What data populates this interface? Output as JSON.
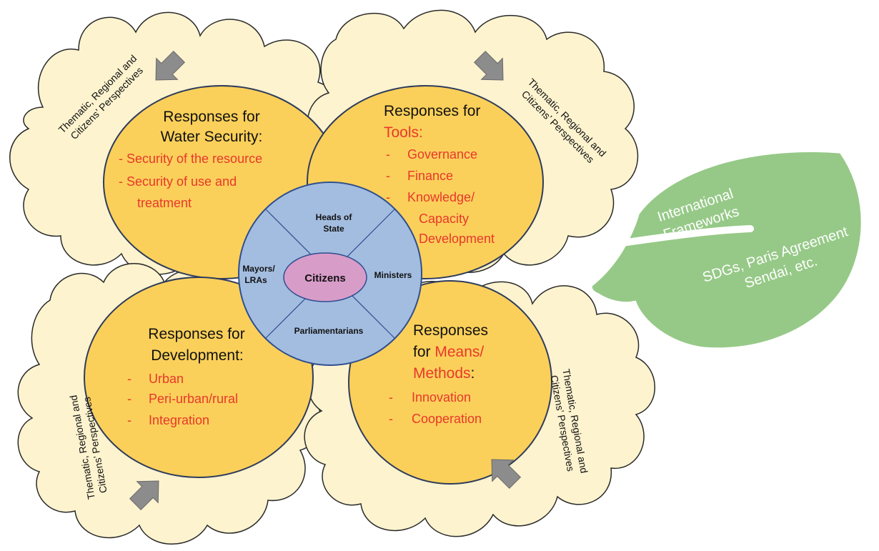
{
  "perspective_label": {
    "line1": "Thematic, Regional and",
    "line2": "Citizens’ Perspectives"
  },
  "quadrants": {
    "water_security": {
      "heading_line1": "Responses for",
      "heading_line2": "Water Security:",
      "items": [
        "- Security of the resource",
        "- Security of use and",
        "treatment"
      ]
    },
    "tools": {
      "heading_line1": "Responses for",
      "heading_line2": "Tools:",
      "bullet": "-",
      "items": [
        "Governance",
        "Finance",
        "Knowledge/",
        "Capacity",
        "Development"
      ]
    },
    "development": {
      "heading_line1": "Responses for",
      "heading_line2": "Development:",
      "bullet": "-",
      "items": [
        "Urban",
        "Peri-urban/rural",
        "Integration"
      ]
    },
    "means": {
      "heading_line1": "Responses",
      "heading_line2a": "for ",
      "heading_line2b": "Means/",
      "heading_line3a": "Methods",
      "heading_line3b": ":",
      "bullet": "-",
      "items": [
        "Innovation",
        "Cooperation"
      ]
    }
  },
  "center": {
    "citizens": "Citizens",
    "top_line1": "Heads of",
    "top_line2": "State",
    "left_line1": "Mayors/",
    "left_line2": "LRAs",
    "right": "Ministers",
    "bottom": "Parliamentarians"
  },
  "leaf": {
    "line1": "International",
    "line2": "Frameworks",
    "line3": "SDGs, Paris Agreement",
    "line4": "Sendai, etc."
  },
  "colors": {
    "cloud_fill": "#fdf3cf",
    "cloud_stroke": "#2a2a2a",
    "petal_fill": "#fbd05a",
    "petal_stroke": "#2e3c5c",
    "center_fill": "#a3bde0",
    "center_stroke": "#2f4f8f",
    "citizens_fill": "#d89cc9",
    "leaf_fill": "#96c987",
    "red_text": "#e8382c",
    "arrow_fill": "#8c8c8c"
  }
}
